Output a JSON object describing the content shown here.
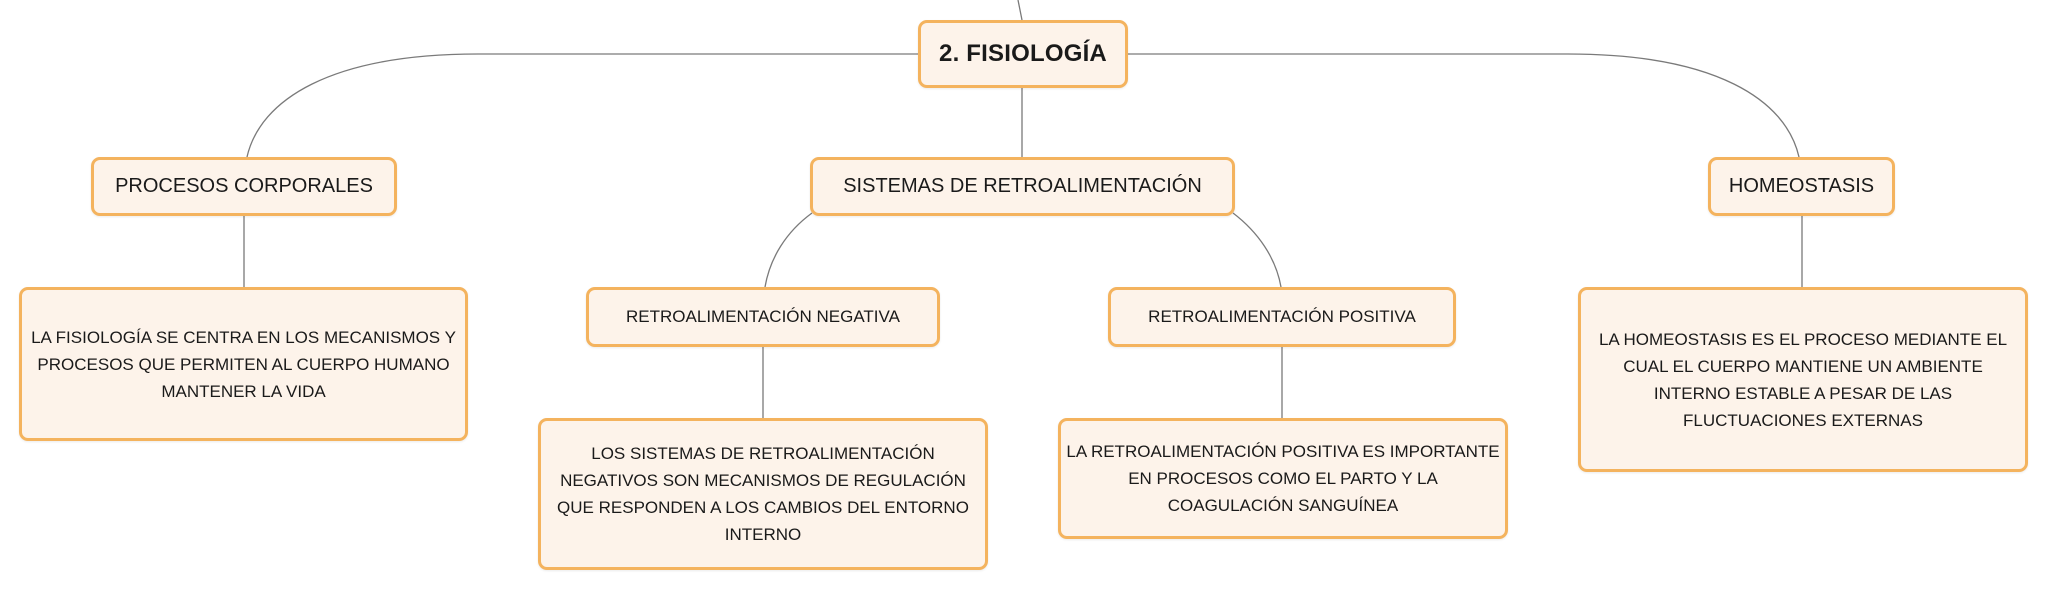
{
  "diagram": {
    "root": "2. FISIOLOGÍA",
    "branches": {
      "procesos": {
        "label": "PROCESOS CORPORALES",
        "description": "LA FISIOLOGÍA SE CENTRA EN LOS MECANISMOS Y PROCESOS QUE PERMITEN AL CUERPO HUMANO MANTENER LA VIDA"
      },
      "sistemas": {
        "label": "SISTEMAS DE RETROALIMENTACIÓN",
        "negativa": {
          "label": "RETROALIMENTACIÓN NEGATIVA",
          "description": "LOS SISTEMAS DE RETROALIMENTACIÓN NEGATIVOS SON MECANISMOS DE REGULACIÓN QUE RESPONDEN A LOS CAMBIOS DEL ENTORNO INTERNO"
        },
        "positiva": {
          "label": "RETROALIMENTACIÓN POSITIVA",
          "description": "LA RETROALIMENTACIÓN POSITIVA ES IMPORTANTE EN PROCESOS COMO EL PARTO Y LA COAGULACIÓN SANGUÍNEA"
        }
      },
      "homeostasis": {
        "label": "HOMEOSTASIS",
        "description": "LA HOMEOSTASIS ES EL PROCESO MEDIANTE EL CUAL EL CUERPO MANTIENE UN AMBIENTE INTERNO ESTABLE A PESAR DE LAS FLUCTUACIONES EXTERNAS"
      }
    },
    "colors": {
      "node_fill": "#fdf3ea",
      "node_border": "#f4b35e",
      "connector": "#7a7a7a",
      "text": "#1a1a1a"
    }
  }
}
